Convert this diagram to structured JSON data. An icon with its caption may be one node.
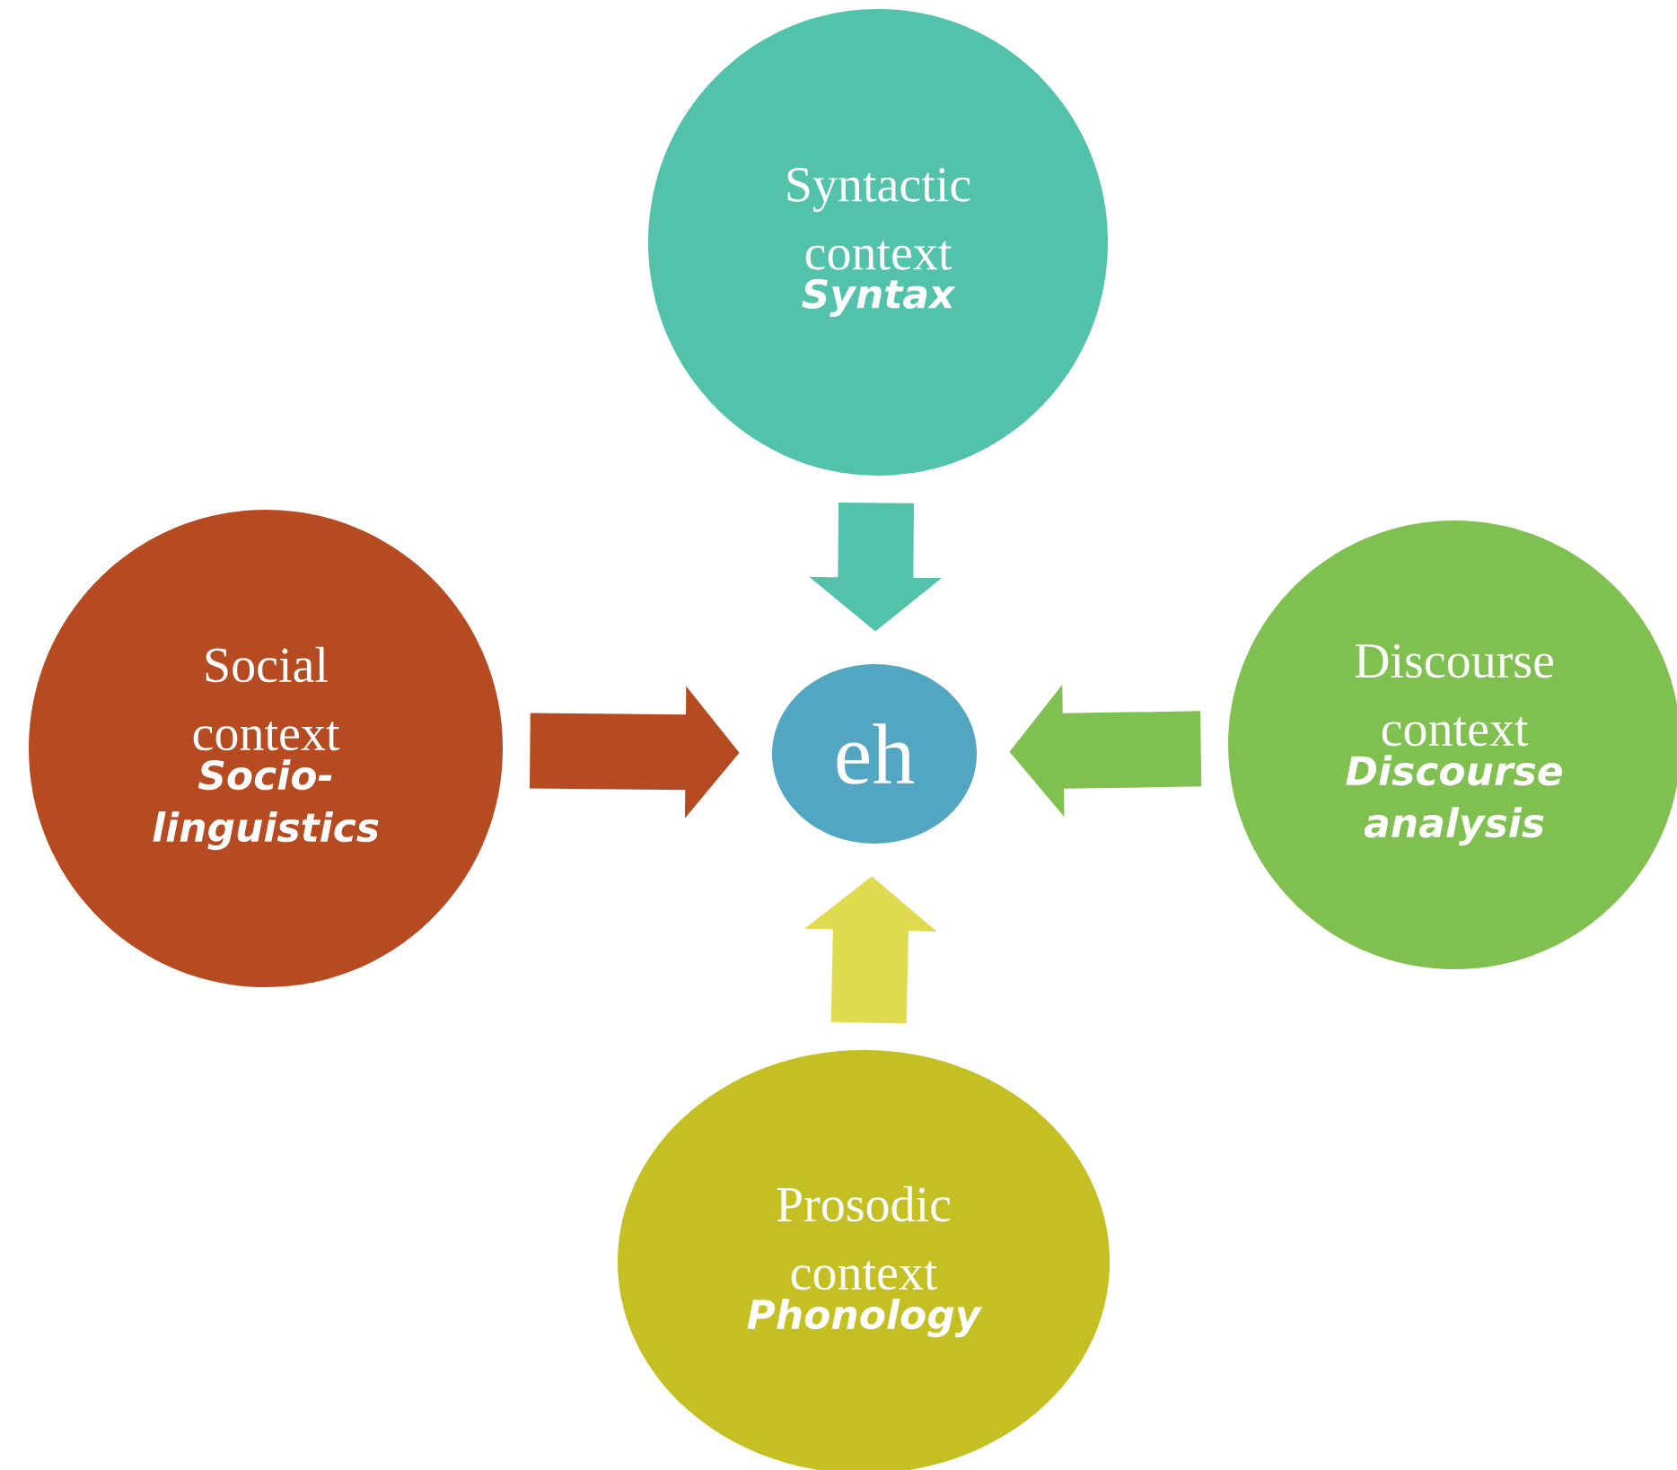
{
  "diagram": {
    "nodes": [
      {
        "text": [
          "Syntactic context",
          "Syntax"
        ]
      },
      {
        "text": [
          "Social context",
          "Socio- linguistics"
        ]
      },
      {
        "text": [
          "eh"
        ]
      },
      {
        "text": [
          "Discourse context",
          "Discourse analysis"
        ]
      },
      {
        "text": [
          "Prosodic context",
          "Phonology"
        ]
      }
    ],
    "edges": [
      {
        "from": 0,
        "to": 2,
        "arrow": "to",
        "color": "#52c2ab"
      },
      {
        "from": 1,
        "to": 2,
        "arrow": "to",
        "color": "#b64a20"
      },
      {
        "from": 3,
        "to": 2,
        "arrow": "to",
        "color": "#7fc050"
      },
      {
        "from": 4,
        "to": 2,
        "arrow": "to",
        "color": "#e0da50"
      }
    ]
  }
}
